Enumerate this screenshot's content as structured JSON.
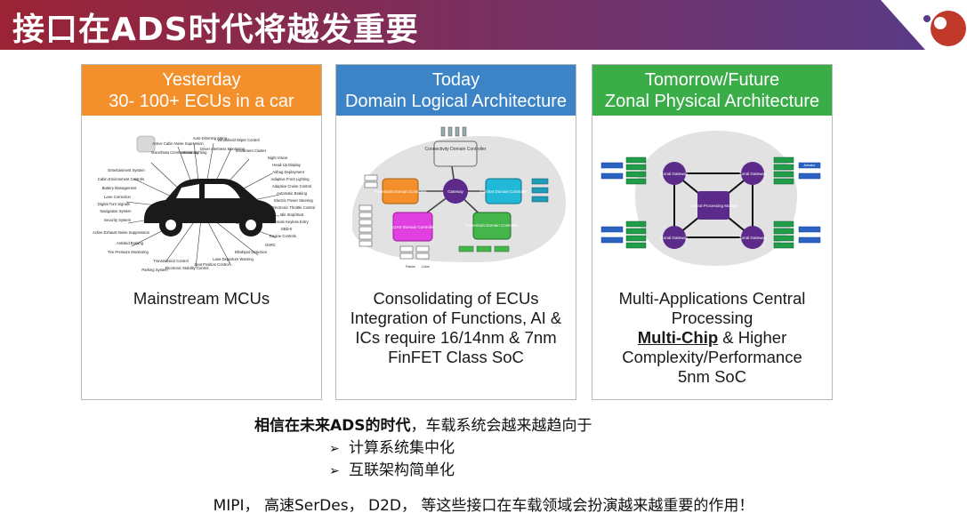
{
  "header": {
    "title": "接口在ADS时代将越发重要",
    "colors": {
      "from": "#9b2335",
      "to": "#5a3a86",
      "logo": "#c0392b"
    }
  },
  "columns": [
    {
      "heading_line1": "Yesterday",
      "heading_line2": "30- 100+ ECUs in a car",
      "color": "#f4902b",
      "caption_lines": [
        "Mainstream MCUs"
      ],
      "image_labels": [
        "Active Cabin Noise Supression",
        "Auto-Dimming Mirror",
        "Windshield Wiper Control",
        "Driver Alertness Monitoring",
        "Instrument Cluster",
        "Night Vision",
        "Head-Up Display",
        "Airbag Deployment",
        "Adaptive Front Lighting",
        "Adaptive Cruise Control",
        "Automatic Braking",
        "Electric Power Steering",
        "Electronic Throttle Control",
        "Idle Stop/Start",
        "Remote Keyless Entry",
        "OBD-II",
        "Engine Controls",
        "DSRC",
        "Blindspot Detection",
        "Lane Departure Warning",
        "Seat Position Control",
        "Electronic Stability Control",
        "Transmission Control",
        "Parking System",
        "Tire Pressure Monitoring",
        "Antiskid Braking",
        "Active Exhaust Noise Suppression",
        "Security System",
        "Navigation System",
        "Digital Turn Signals",
        "Lane Correction",
        "Battery Management",
        "Cabin Environment Controls",
        "Entertainment System",
        "Voice/Data Communications",
        "Interior Lighting"
      ]
    },
    {
      "heading_line1": "Today",
      "heading_line2": "Domain Logical Architecture",
      "color": "#3c84c6",
      "caption_lines": [
        "Consolidating of ECUs",
        "Integration of Functions, AI &",
        "ICs require 16/14nm & 7nm",
        "FinFET Class SoC"
      ],
      "image_labels": [
        "Connectivity Domain Controller",
        "Powertrain Domain Controller",
        "Comfort Domain Controller",
        "Gateway",
        "ADAS Domain Controller",
        "Powertrain Domain Controller",
        "Radar",
        "Lidar"
      ]
    },
    {
      "heading_line1": "Tomorrow/Future",
      "heading_line2": "Zonal Physical Architecture",
      "color": "#3aac48",
      "caption_lines": [
        "Multi-Applications Central",
        "Processing"
      ],
      "caption_bold": "Multi-Chip",
      "caption_rest": " & Higher",
      "caption_tail": [
        "Complexity/Performance",
        "5nm SoC"
      ],
      "image_labels": [
        "Zonal Gateway",
        "Zonal Gateway",
        "Zonal Gateway",
        "Zonal Gateway",
        "Central Processing Module",
        "Actuator"
      ]
    }
  ],
  "summary": {
    "lead_bold": "相信在未来ADS的时代",
    "lead_rest": "，车载系统会越来越趋向于",
    "bullets": [
      "计算系统集中化",
      "互联架构简单化"
    ]
  },
  "footer": "MIPI， 高速SerDes， D2D， 等这些接口在车载领域会扮演越来越重要的作用！"
}
